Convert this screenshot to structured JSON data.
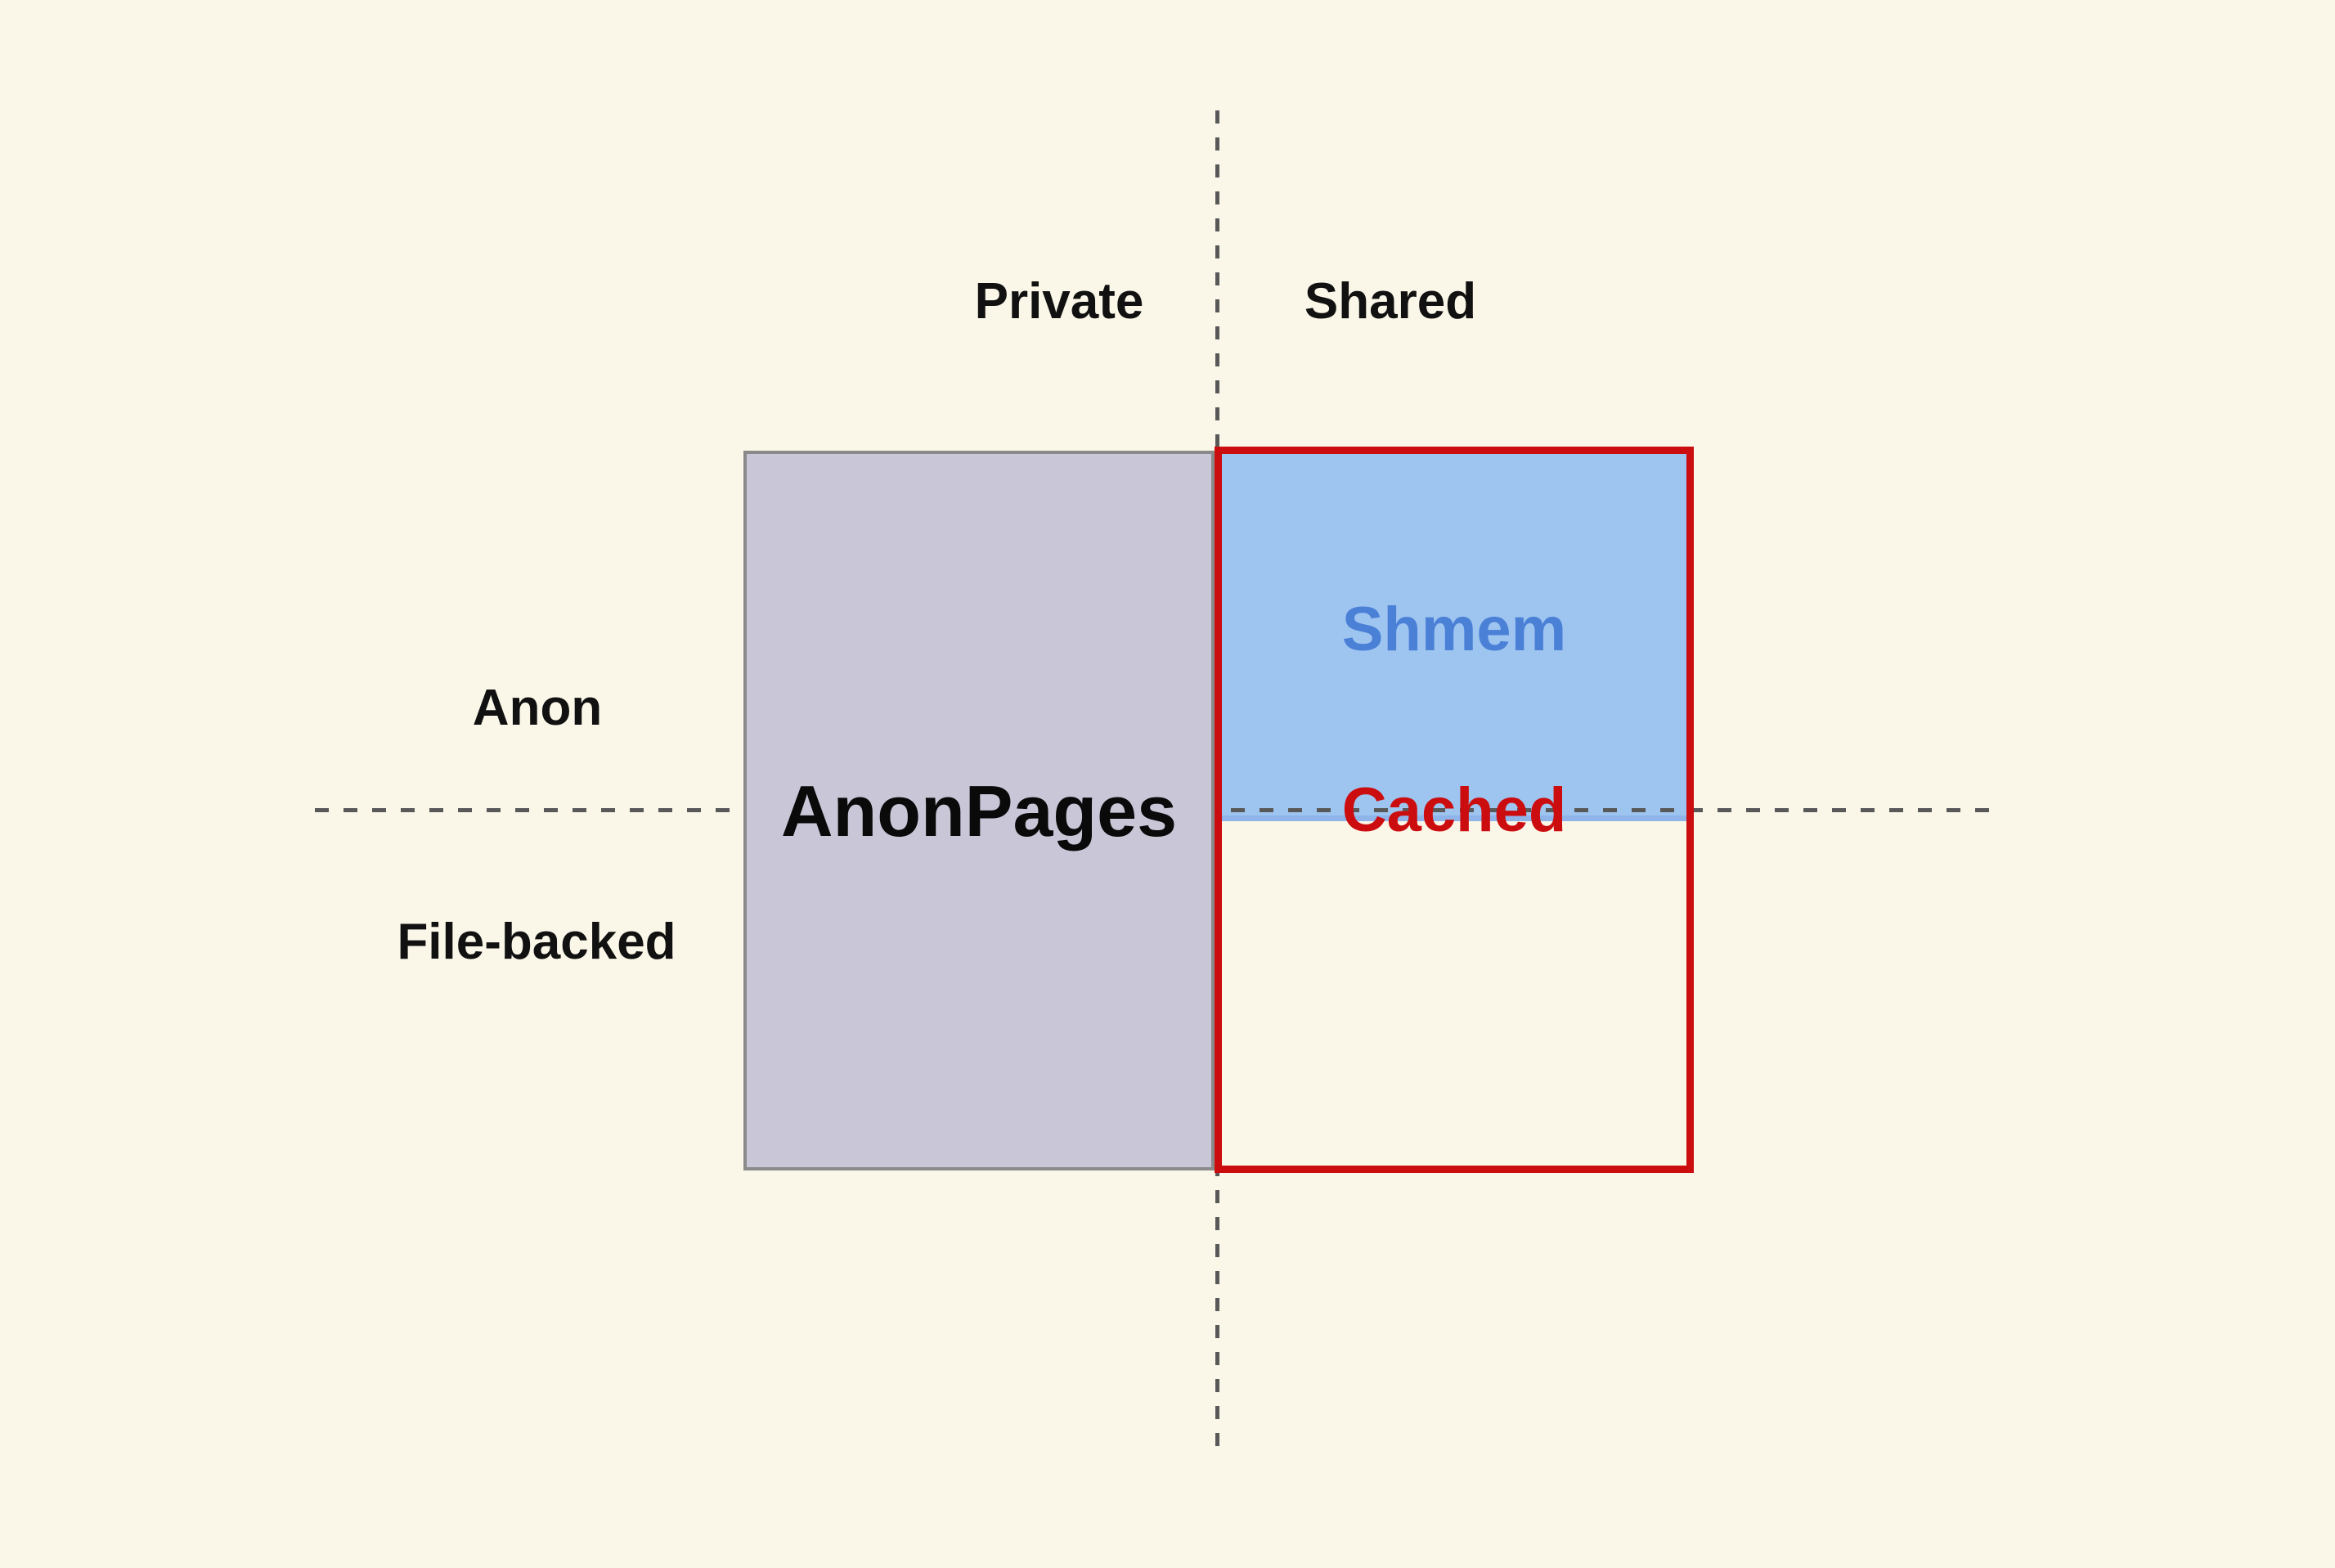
{
  "diagram": {
    "columns": {
      "private": "Private",
      "shared": "Shared"
    },
    "rows": {
      "anon": "Anon",
      "file_backed": "File-backed"
    },
    "regions": {
      "anon_pages": {
        "label": "AnonPages"
      },
      "shmem": {
        "label": "Shmem"
      },
      "cached": {
        "label": "Cached"
      }
    }
  },
  "colors": {
    "background": "#FAF7E8",
    "anon_pages_fill": "#C9C6D8",
    "anon_pages_border": "#8A8A8A",
    "shmem_fill": "#9EC4F0",
    "shmem_edge": "#8FB4EA",
    "shmem_text": "#4A80D6",
    "cached_red": "#CC0D0F",
    "divider": "#595959",
    "label_text": "#111111"
  }
}
